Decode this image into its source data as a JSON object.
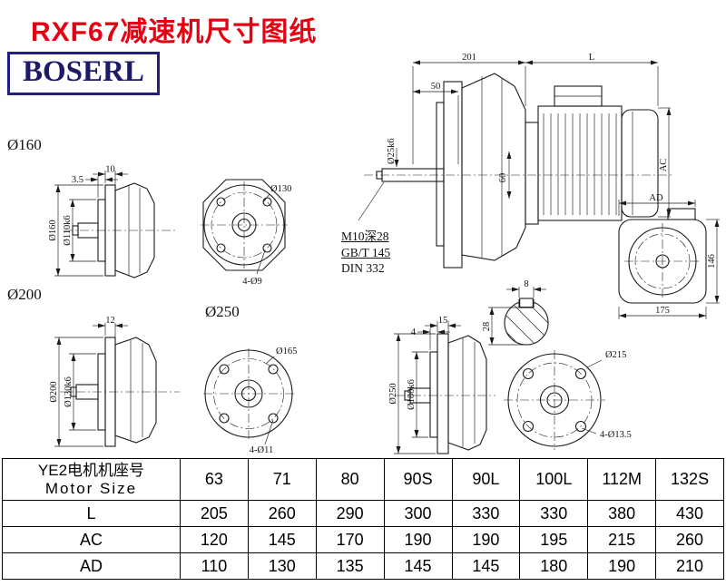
{
  "page": {
    "title": "RXF67减速机尺寸图纸",
    "logo": "BOSERL"
  },
  "labels": {
    "g160": "Ø160",
    "g200": "Ø200",
    "g250": "Ø250"
  },
  "views": {
    "side160": {
      "d1": "10",
      "d2": "3.5",
      "flange": "Ø160",
      "spigot": "Ø110k6"
    },
    "front160": {
      "outer": "Ø130",
      "holes": "4-Ø9"
    },
    "side200": {
      "d1": "12",
      "flange": "Ø200",
      "spigot": "Ø130k6"
    },
    "front200": {
      "outer": "Ø165",
      "holes": "4-Ø11"
    },
    "side250": {
      "d1": "15",
      "d2": "4",
      "flange": "Ø250",
      "spigot": "Ø180k6"
    },
    "front250": {
      "outer": "Ø215",
      "holes": "4-Ø13.5"
    },
    "assembly": {
      "len1": "201",
      "len2": "L",
      "d50": "50",
      "shaft": "Ø25k6",
      "d60": "60",
      "ac": "AC",
      "note1": "M10深28",
      "note2": "GB/T 145",
      "note3": "DIN 332"
    },
    "motor_end": {
      "ad": "AD",
      "h": "146",
      "w": "175"
    },
    "key_section": {
      "w": "8",
      "h": "28"
    }
  },
  "table": {
    "header_cn": "YE2电机机座号",
    "header_en": "Motor Size",
    "sizes": [
      "63",
      "71",
      "80",
      "90S",
      "90L",
      "100L",
      "112M",
      "132S"
    ],
    "rows": [
      {
        "label": "L",
        "values": [
          "205",
          "260",
          "290",
          "300",
          "330",
          "330",
          "380",
          "430"
        ]
      },
      {
        "label": "AC",
        "values": [
          "120",
          "145",
          "170",
          "190",
          "190",
          "195",
          "215",
          "260"
        ]
      },
      {
        "label": "AD",
        "values": [
          "110",
          "130",
          "135",
          "145",
          "145",
          "180",
          "190",
          "210"
        ]
      }
    ]
  }
}
